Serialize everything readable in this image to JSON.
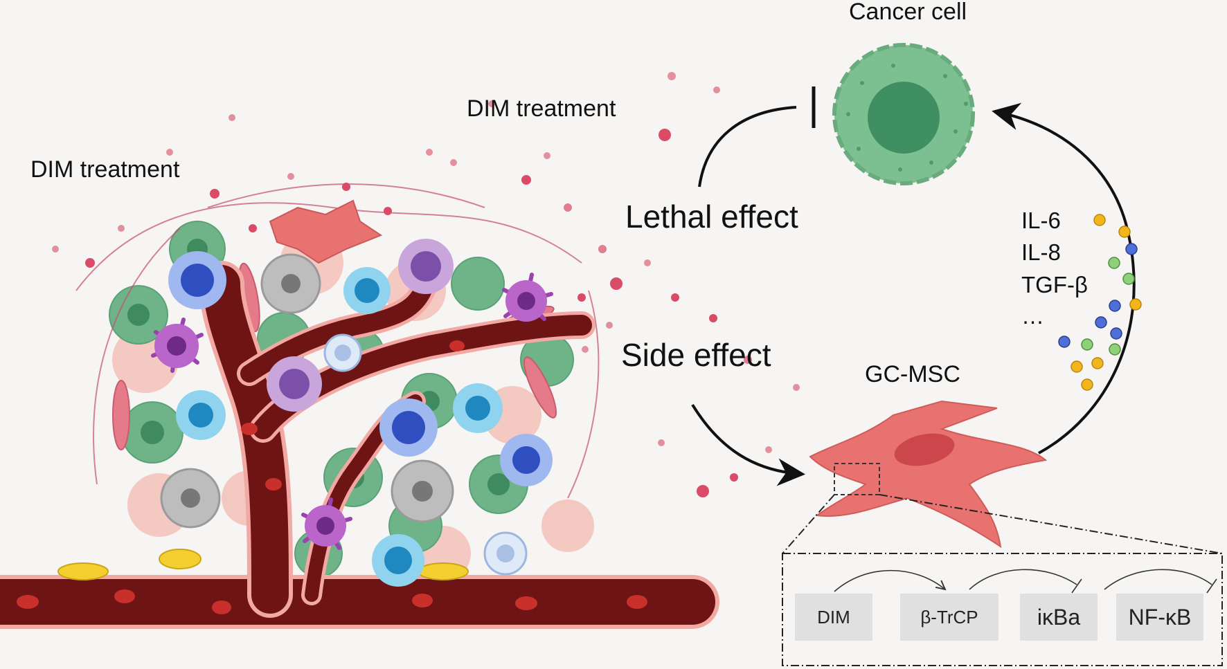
{
  "labels": {
    "dim_treatment_left": "DIM treatment",
    "dim_treatment_top": "DIM treatment",
    "cancer_cell": "Cancer cell",
    "lethal_effect": "Lethal effect",
    "side_effect": "Side effect",
    "gc_msc": "GC-MSC"
  },
  "cytokines": [
    "IL-6",
    "IL-8",
    "TGF-β",
    "…"
  ],
  "pathway": {
    "nodes": [
      "DIM",
      "β-TrCP",
      "iκBa",
      "NF-κB"
    ],
    "relations": [
      "activates",
      "inhibits",
      "inhibits"
    ]
  },
  "colors": {
    "cancer_cell": "#7cbf90",
    "cancer_nucleus": "#3f8f62",
    "msc": "#e8726f",
    "vessel": "#6e1414",
    "dim_dots": "#d94b66",
    "cytokine_yellow": "#f2b51c",
    "cytokine_blue": "#4e6ed8",
    "cytokine_green": "#8ed17a"
  },
  "icons": [
    "tumor-microenvironment-illustration",
    "cancer-cell-icon",
    "gc-msc-cell-icon",
    "inhibition-arrow-icon",
    "activation-arrow-icon"
  ]
}
